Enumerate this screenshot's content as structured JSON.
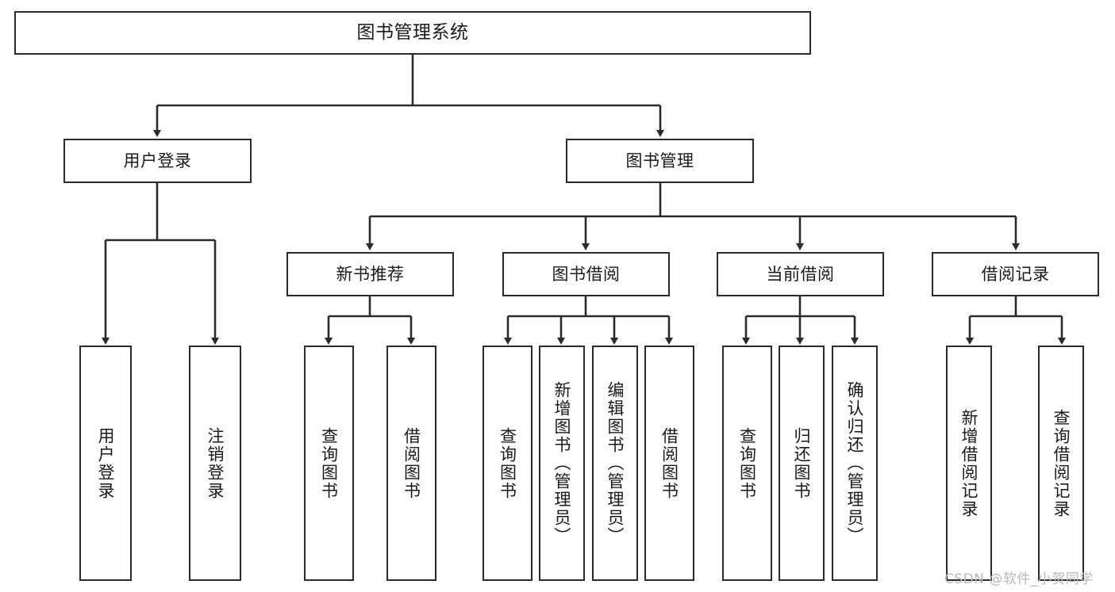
{
  "diagram": {
    "type": "tree-hierarchy",
    "title": "图书管理系统",
    "background_color": "#ffffff",
    "line_color": "#2b2b2b",
    "text_color": "#1a1a1a",
    "nodes": {
      "root": {
        "label": "图书管理系统"
      },
      "level1": [
        {
          "id": "user-login",
          "label": "用户登录"
        },
        {
          "id": "book-management",
          "label": "图书管理"
        }
      ],
      "level2": [
        {
          "id": "new-book-recommend",
          "label": "新书推荐"
        },
        {
          "id": "book-borrow",
          "label": "图书借阅"
        },
        {
          "id": "current-borrow",
          "label": "当前借阅"
        },
        {
          "id": "borrow-record",
          "label": "借阅记录"
        }
      ],
      "leaves_user_login": [
        {
          "id": "leaf-user-login",
          "label": "用户登录"
        },
        {
          "id": "leaf-logout-login",
          "label": "注销登录"
        }
      ],
      "leaves_new_book_recommend": [
        {
          "id": "leaf-query-book-1",
          "label": "查询图书"
        },
        {
          "id": "leaf-borrow-book-1",
          "label": "借阅图书"
        }
      ],
      "leaves_book_borrow": [
        {
          "id": "leaf-query-book-2",
          "label": "查询图书"
        },
        {
          "id": "leaf-add-book",
          "label": "新增图书（管理员）"
        },
        {
          "id": "leaf-edit-book",
          "label": "编辑图书（管理员）"
        },
        {
          "id": "leaf-borrow-book-2",
          "label": "借阅图书"
        }
      ],
      "leaves_current_borrow": [
        {
          "id": "leaf-query-book-3",
          "label": "查询图书"
        },
        {
          "id": "leaf-return-book",
          "label": "归还图书"
        },
        {
          "id": "leaf-confirm-return",
          "label": "确认归还（管理员）"
        }
      ],
      "leaves_borrow_record": [
        {
          "id": "leaf-add-borrow-record",
          "label": "新增借阅记录"
        },
        {
          "id": "leaf-query-borrow-record",
          "label": "查询借阅记录"
        }
      ]
    },
    "watermark": "CSDN @软件_小贺同学"
  }
}
